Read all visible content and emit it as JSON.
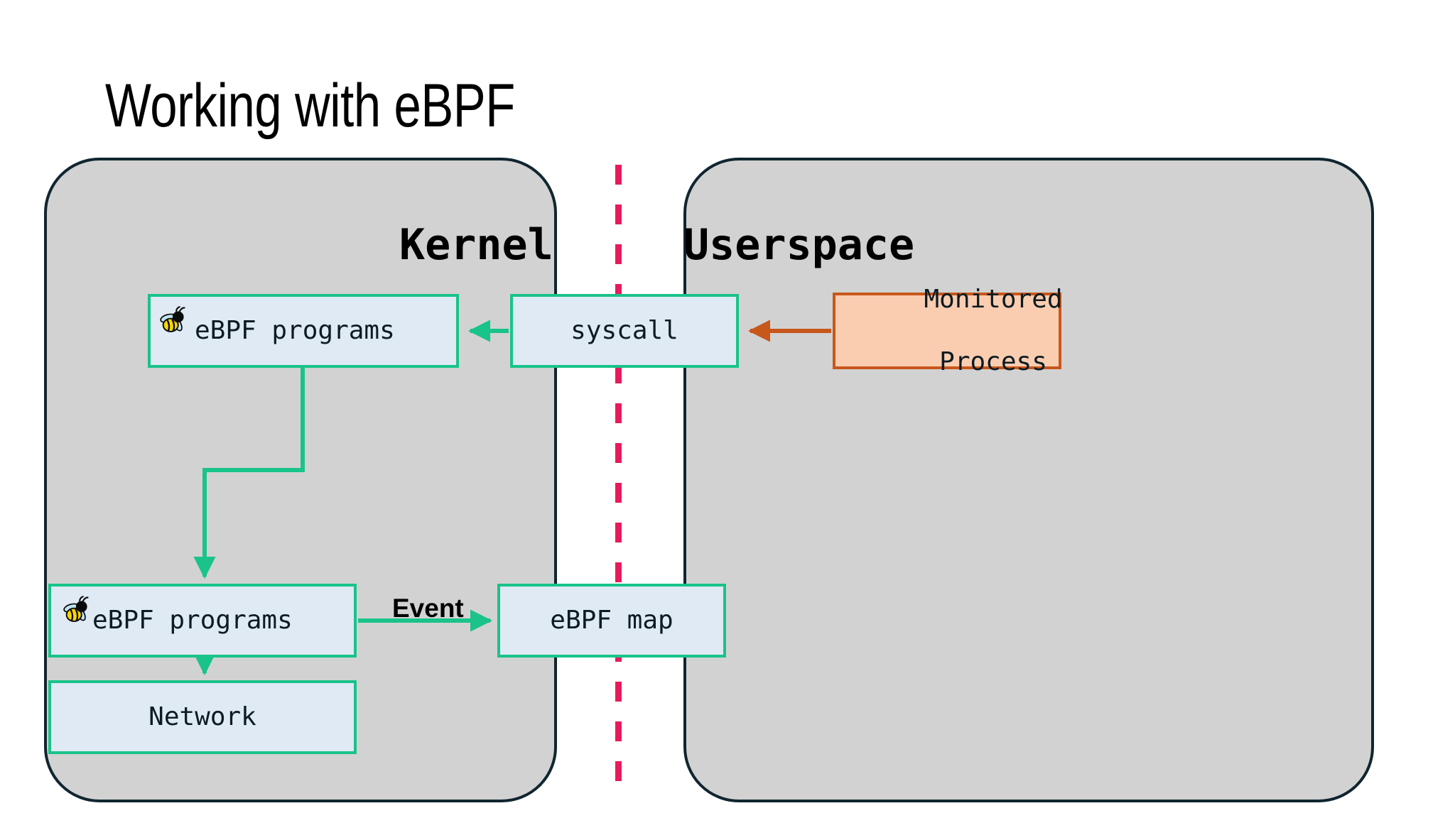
{
  "slide": {
    "title": "Working with eBPF",
    "background": "#ffffff"
  },
  "colors": {
    "zone_fill": "#d2d2d2",
    "zone_border": "#10252f",
    "divider": "#e81a5c",
    "node_blue_fill": "#dfeaf5",
    "node_green_border": "#19c389",
    "node_orange_fill": "#fbcdb0",
    "node_orange_border": "#c8571b",
    "text": "#0d1b22"
  },
  "zones": [
    {
      "id": "kernel",
      "label": "Kernel"
    },
    {
      "id": "userspace",
      "label": "Userspace"
    }
  ],
  "divider": {
    "style": "dashed",
    "orientation": "vertical"
  },
  "nodes": [
    {
      "id": "ebpf-programs-top",
      "label": "eBPF programs",
      "icon": "bee-icon",
      "zone": "kernel"
    },
    {
      "id": "syscall",
      "label": "syscall",
      "icon": null,
      "zone": "boundary"
    },
    {
      "id": "monitored-process",
      "label": "Monitored\nProcess",
      "icon": null,
      "zone": "userspace"
    },
    {
      "id": "ebpf-programs-bottom",
      "label": "eBPF programs",
      "icon": "bee-icon",
      "zone": "kernel"
    },
    {
      "id": "ebpf-map",
      "label": "eBPF map",
      "icon": null,
      "zone": "boundary"
    },
    {
      "id": "network",
      "label": "Network",
      "icon": null,
      "zone": "kernel"
    }
  ],
  "node_labels": {
    "ebpf_programs_top": "eBPF programs",
    "syscall": "syscall",
    "monitored_process_line1": "Monitored",
    "monitored_process_line2": "Process",
    "ebpf_programs_bottom": "eBPF programs",
    "ebpf_map": "eBPF map",
    "network": "Network"
  },
  "edges": [
    {
      "from": "syscall",
      "to": "ebpf-programs-top",
      "label": "",
      "color": "#19c389"
    },
    {
      "from": "monitored-process",
      "to": "syscall",
      "label": "",
      "color": "#c8571b"
    },
    {
      "from": "ebpf-programs-top",
      "to": "ebpf-programs-bottom",
      "label": "",
      "color": "#19c389"
    },
    {
      "from": "ebpf-programs-bottom",
      "to": "ebpf-map",
      "label": "Event",
      "color": "#19c389"
    },
    {
      "from": "ebpf-programs-bottom",
      "to": "network",
      "label": "",
      "color": "#19c389"
    }
  ],
  "edge_labels": {
    "event": "Event"
  }
}
